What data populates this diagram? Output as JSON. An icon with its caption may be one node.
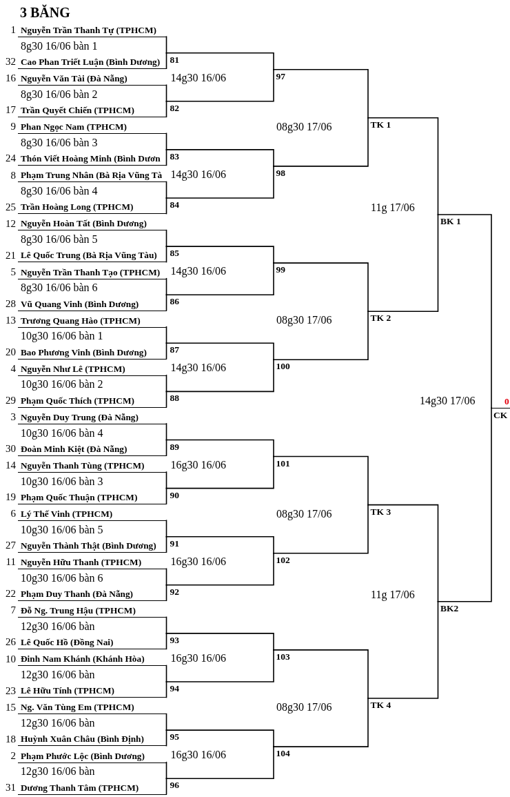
{
  "diagram": {
    "title": "3 BĂNG",
    "nodes": [
      {
        "text": [
          "Nguyễn Trần Thanh Tự (TPHCM)"
        ],
        "beside": [
          "1"
        ]
      },
      {
        "text": [
          "Cao Phan Triết Luận (Bình Dương)"
        ],
        "beside": [
          "32"
        ]
      },
      {
        "text": [
          "Nguyễn Văn Tài (Đà Nẵng)"
        ],
        "beside": [
          "16"
        ]
      },
      {
        "text": [
          "Trần Quyết Chiến (TPHCM)"
        ],
        "beside": [
          "17"
        ]
      },
      {
        "text": [
          "Phan Ngọc Nam (TPHCM)"
        ],
        "beside": [
          "9"
        ]
      },
      {
        "text": [
          "Thón Viết Hoàng Minh (Bình Dươn"
        ],
        "beside": [
          "24"
        ]
      },
      {
        "text": [
          "Phạm Trung Nhân (Bà Rịa Vũng Tà"
        ],
        "beside": [
          "8"
        ]
      },
      {
        "text": [
          "Trần Hoàng Long (TPHCM)"
        ],
        "beside": [
          "25"
        ]
      },
      {
        "text": [
          "Nguyễn Hoàn Tất (Bình Dương)"
        ],
        "beside": [
          "12"
        ]
      },
      {
        "text": [
          "Lê Quốc Trung (Bà Rịa Vũng Tàu)"
        ],
        "beside": [
          "21"
        ]
      },
      {
        "text": [
          "Nguyễn Trần Thanh Tạo (TPHCM)"
        ],
        "beside": [
          "5"
        ]
      },
      {
        "text": [
          "Vũ Quang Vinh (Bình Dương)"
        ],
        "beside": [
          "28"
        ]
      },
      {
        "text": [
          "Trương Quang Hào (TPHCM)"
        ],
        "beside": [
          "13"
        ]
      },
      {
        "text": [
          "Bao Phương Vinh (Bình Dương)"
        ],
        "beside": [
          "20"
        ]
      },
      {
        "text": [
          "Nguyễn Như Lê (TPHCM)"
        ],
        "beside": [
          "4"
        ]
      },
      {
        "text": [
          "Phạm Quốc Thích (TPHCM)"
        ],
        "beside": [
          "29"
        ]
      },
      {
        "text": [
          "Nguyễn Duy Trung (Đà Nẵng)"
        ],
        "beside": [
          "3"
        ]
      },
      {
        "text": [
          "Đoàn Minh Kiệt (Đà Nẵng)"
        ],
        "beside": [
          "30"
        ]
      },
      {
        "text": [
          "Nguyễn Thanh Tùng (TPHCM)"
        ],
        "beside": [
          "14"
        ]
      },
      {
        "text": [
          "Phạm Quốc Thuận (TPHCM)"
        ],
        "beside": [
          "19"
        ]
      },
      {
        "text": [
          "Lý Thế Vinh (TPHCM)"
        ],
        "beside": [
          "6"
        ]
      },
      {
        "text": [
          "Nguyễn Thành Thật (Bình Dương)"
        ],
        "beside": [
          "27"
        ]
      },
      {
        "text": [
          "Nguyễn Hữu Thanh (TPHCM)"
        ],
        "beside": [
          "11"
        ]
      },
      {
        "text": [
          "Phạm Duy Thanh (Đà Nẵng)"
        ],
        "beside": [
          "22"
        ]
      },
      {
        "text": [
          "Đỗ Ng. Trung Hậu (TPHCM)"
        ],
        "beside": [
          "7"
        ]
      },
      {
        "text": [
          "Lê Quốc Hồ (Đồng Nai)"
        ],
        "beside": [
          "26"
        ]
      },
      {
        "text": [
          "Đinh Nam Khánh (Khánh Hòa)"
        ],
        "beside": [
          "10"
        ]
      },
      {
        "text": [
          "Lê Hữu Tính (TPHCM)"
        ],
        "beside": [
          "23"
        ]
      },
      {
        "text": [
          "Ng. Văn Tùng Em (TPHCM)"
        ],
        "beside": [
          "15"
        ]
      },
      {
        "text": [
          "Huỳnh Xuân Châu (Bình Định)"
        ],
        "beside": [
          "18"
        ]
      },
      {
        "text": [
          "Phạm Phước Lộc (Bình Dương)"
        ],
        "beside": [
          "2"
        ]
      },
      {
        "text": [
          "Dương Thanh Tâm (TPHCM)"
        ],
        "beside": [
          "31"
        ]
      },
      {
        "text": [
          "81"
        ]
      },
      {
        "text": [
          "82"
        ]
      },
      {
        "text": [
          "83"
        ]
      },
      {
        "text": [
          "84"
        ]
      },
      {
        "text": [
          "85"
        ]
      },
      {
        "text": [
          "86"
        ]
      },
      {
        "text": [
          "87"
        ]
      },
      {
        "text": [
          "88"
        ]
      },
      {
        "text": [
          "89"
        ]
      },
      {
        "text": [
          "90"
        ]
      },
      {
        "text": [
          "91"
        ]
      },
      {
        "text": [
          "92"
        ]
      },
      {
        "text": [
          "93"
        ]
      },
      {
        "text": [
          "94"
        ]
      },
      {
        "text": [
          "95"
        ]
      },
      {
        "text": [
          "96"
        ]
      },
      {
        "text": [
          "97"
        ]
      },
      {
        "text": [
          "98"
        ]
      },
      {
        "text": [
          "99"
        ]
      },
      {
        "text": [
          "100"
        ]
      },
      {
        "text": [
          "101"
        ]
      },
      {
        "text": [
          "102"
        ]
      },
      {
        "text": [
          "103"
        ]
      },
      {
        "text": [
          "104"
        ]
      },
      {
        "text": [
          "TK 1"
        ]
      },
      {
        "text": [
          "TK 2"
        ]
      },
      {
        "text": [
          "TK 3"
        ]
      },
      {
        "text": [
          "TK 4"
        ]
      },
      {
        "text": [
          "BK 1"
        ]
      },
      {
        "text": [
          "BK2"
        ]
      },
      {
        "text": [
          "CK"
        ],
        "beside": [
          "0"
        ]
      }
    ],
    "edges": [
      {
        "from": 0,
        "to": 32,
        "arrow": "none"
      },
      {
        "from": 1,
        "to": 32,
        "arrow": "none"
      },
      {
        "from": 2,
        "to": 33,
        "arrow": "none"
      },
      {
        "from": 3,
        "to": 33,
        "arrow": "none"
      },
      {
        "from": 4,
        "to": 34,
        "arrow": "none"
      },
      {
        "from": 5,
        "to": 34,
        "arrow": "none"
      },
      {
        "from": 6,
        "to": 35,
        "arrow": "none"
      },
      {
        "from": 7,
        "to": 35,
        "arrow": "none"
      },
      {
        "from": 8,
        "to": 36,
        "arrow": "none"
      },
      {
        "from": 9,
        "to": 36,
        "arrow": "none"
      },
      {
        "from": 10,
        "to": 37,
        "arrow": "none"
      },
      {
        "from": 11,
        "to": 37,
        "arrow": "none"
      },
      {
        "from": 12,
        "to": 38,
        "arrow": "none"
      },
      {
        "from": 13,
        "to": 38,
        "arrow": "none"
      },
      {
        "from": 14,
        "to": 39,
        "arrow": "none"
      },
      {
        "from": 15,
        "to": 39,
        "arrow": "none"
      },
      {
        "from": 16,
        "to": 40,
        "arrow": "none"
      },
      {
        "from": 17,
        "to": 40,
        "arrow": "none"
      },
      {
        "from": 18,
        "to": 41,
        "arrow": "none"
      },
      {
        "from": 19,
        "to": 41,
        "arrow": "none"
      },
      {
        "from": 20,
        "to": 42,
        "arrow": "none"
      },
      {
        "from": 21,
        "to": 42,
        "arrow": "none"
      },
      {
        "from": 22,
        "to": 43,
        "arrow": "none"
      },
      {
        "from": 23,
        "to": 43,
        "arrow": "none"
      },
      {
        "from": 24,
        "to": 44,
        "arrow": "none"
      },
      {
        "from": 25,
        "to": 44,
        "arrow": "none"
      },
      {
        "from": 26,
        "to": 45,
        "arrow": "none"
      },
      {
        "from": 27,
        "to": 45,
        "arrow": "none"
      },
      {
        "from": 28,
        "to": 46,
        "arrow": "none"
      },
      {
        "from": 29,
        "to": 46,
        "arrow": "none"
      },
      {
        "from": 30,
        "to": 47,
        "arrow": "none"
      },
      {
        "from": 31,
        "to": 47,
        "arrow": "none"
      },
      {
        "from": 32,
        "to": 48,
        "arrow": "none"
      },
      {
        "from": 33,
        "to": 48,
        "arrow": "none"
      },
      {
        "from": 34,
        "to": 49,
        "arrow": "none"
      },
      {
        "from": 35,
        "to": 49,
        "arrow": "none"
      },
      {
        "from": 36,
        "to": 50,
        "arrow": "none"
      },
      {
        "from": 37,
        "to": 50,
        "arrow": "none"
      },
      {
        "from": 38,
        "to": 51,
        "arrow": "none"
      },
      {
        "from": 39,
        "to": 51,
        "arrow": "none"
      },
      {
        "from": 40,
        "to": 52,
        "arrow": "none"
      },
      {
        "from": 41,
        "to": 52,
        "arrow": "none"
      },
      {
        "from": 42,
        "to": 53,
        "arrow": "none"
      },
      {
        "from": 43,
        "to": 53,
        "arrow": "none"
      },
      {
        "from": 44,
        "to": 54,
        "arrow": "none"
      },
      {
        "from": 45,
        "to": 54,
        "arrow": "none"
      },
      {
        "from": 46,
        "to": 55,
        "arrow": "none"
      },
      {
        "from": 47,
        "to": 55,
        "arrow": "none"
      },
      {
        "from": 48,
        "to": 56,
        "arrow": "none"
      },
      {
        "from": 49,
        "to": 56,
        "arrow": "none"
      },
      {
        "from": 50,
        "to": 57,
        "arrow": "none"
      },
      {
        "from": 51,
        "to": 57,
        "arrow": "none"
      },
      {
        "from": 52,
        "to": 58,
        "arrow": "none"
      },
      {
        "from": 53,
        "to": 58,
        "arrow": "none"
      },
      {
        "from": 54,
        "to": 59,
        "arrow": "none"
      },
      {
        "from": 55,
        "to": 59,
        "arrow": "none"
      },
      {
        "from": 56,
        "to": 60,
        "arrow": "none"
      },
      {
        "from": 57,
        "to": 60,
        "arrow": "none"
      },
      {
        "from": 58,
        "to": 61,
        "arrow": "none"
      },
      {
        "from": 59,
        "to": 61,
        "arrow": "none"
      },
      {
        "from": 60,
        "to": 62,
        "arrow": "none"
      },
      {
        "from": 61,
        "to": 62,
        "arrow": "none"
      }
    ],
    "labels": [
      "8g30 16/06 bàn 1",
      "8g30 16/06 bàn 2",
      "8g30 16/06 bàn 3",
      "8g30 16/06 bàn 4",
      "8g30 16/06 bàn 5",
      "8g30 16/06 bàn 6",
      "10g30 16/06 bàn 1",
      "10g30 16/06 bàn 2",
      "10g30 16/06 bàn 4",
      "10g30 16/06 bàn 3",
      "10g30 16/06 bàn 5",
      "10g30 16/06 bàn 6",
      "12g30 16/06 bàn",
      "12g30 16/06 bàn",
      "12g30 16/06 bàn",
      "12g30 16/06 bàn",
      "14g30 16/06",
      "14g30 16/06",
      "14g30 16/06",
      "14g30 16/06",
      "16g30 16/06",
      "16g30 16/06",
      "16g30 16/06",
      "16g30 16/06",
      "08g30 17/06",
      "08g30 17/06",
      "08g30 17/06",
      "08g30 17/06",
      "11g 17/06",
      "11g 17/06",
      "14g30 17/06"
    ]
  }
}
